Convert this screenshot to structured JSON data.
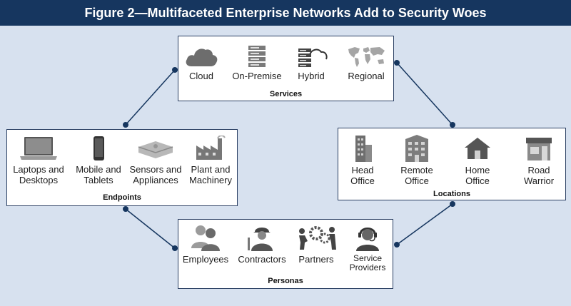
{
  "title": "Figure 2—Multifaceted Enterprise Networks Add to Security Woes",
  "colors": {
    "header": "#16365f",
    "background": "#d7e1ef",
    "connector": "#16365f",
    "icon": "#7f7f7f"
  },
  "groups": {
    "services": {
      "title": "Services",
      "items": [
        {
          "label": "Cloud",
          "icon": "cloud-icon"
        },
        {
          "label": "On-Premise",
          "icon": "server-rack-icon"
        },
        {
          "label": "Hybrid",
          "icon": "hybrid-server-cloud-icon"
        },
        {
          "label": "Regional",
          "icon": "world-map-icon"
        }
      ]
    },
    "endpoints": {
      "title": "Endpoints",
      "items": [
        {
          "label": "Laptops and\nDesktops",
          "icon": "laptop-icon"
        },
        {
          "label": "Mobile and\nTablets",
          "icon": "smartphone-icon"
        },
        {
          "label": "Sensors and\nAppliances",
          "icon": "sensor-icon"
        },
        {
          "label": "Plant and\nMachinery",
          "icon": "factory-icon"
        }
      ]
    },
    "locations": {
      "title": "Locations",
      "items": [
        {
          "label": "Head\nOffice",
          "icon": "skyscraper-icon"
        },
        {
          "label": "Remote\nOffice",
          "icon": "office-building-icon"
        },
        {
          "label": "Home\nOffice",
          "icon": "house-icon"
        },
        {
          "label": "Road\nWarrior",
          "icon": "storefront-icon"
        }
      ]
    },
    "personas": {
      "title": "Personas",
      "items": [
        {
          "label": "Employees",
          "icon": "people-icon"
        },
        {
          "label": "Contractors",
          "icon": "worker-helmet-icon"
        },
        {
          "label": "Partners",
          "icon": "gear-team-icon"
        },
        {
          "label": "Service\nProviders",
          "icon": "headset-agent-icon"
        }
      ]
    }
  }
}
